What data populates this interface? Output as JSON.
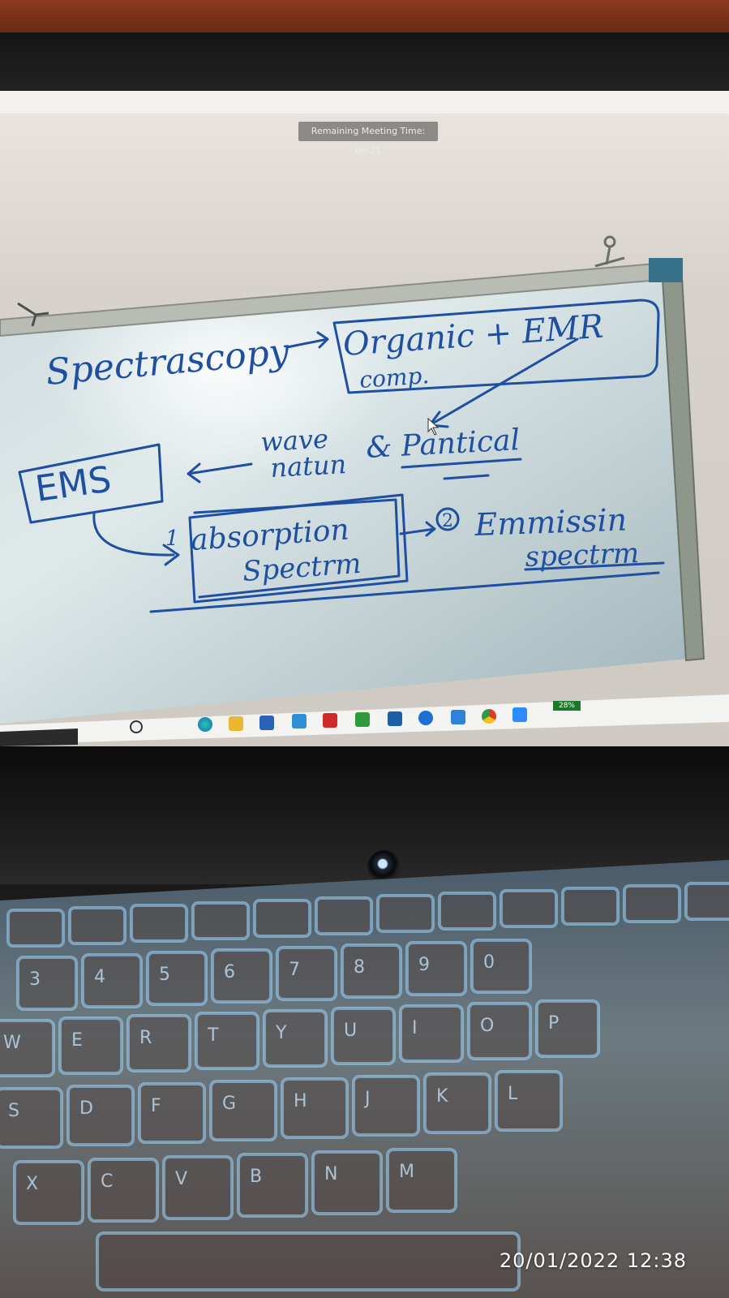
{
  "meeting": {
    "remaining_time_label": "Remaining Meeting Time: 06:21"
  },
  "whiteboard": {
    "spectroscopy": "Spectrascopy",
    "box_organic": "Organic + EMR",
    "box_comp": "comp.",
    "wave": "wave",
    "nature": "natun",
    "particle": "& Pantical",
    "ems": "EMS",
    "absorption_num": "1",
    "absorption_line1": "absorption",
    "absorption_line2": "Spectrm",
    "emission_num": "2",
    "emission_line1": "Emmissin",
    "emission_line2": "spectrm"
  },
  "taskbar": {
    "battery_label": "28%",
    "icons": [
      "search-icon",
      "task-view-icon",
      "edge-icon",
      "file-explorer-icon",
      "mail-icon",
      "app-l-icon",
      "mcafee-icon",
      "xbox-icon",
      "app-icon",
      "media-player-icon",
      "recycle-icon",
      "chrome-icon",
      "zoom-icon"
    ]
  },
  "keyboard": {
    "row_num": [
      "3",
      "4",
      "5",
      "6",
      "7",
      "8",
      "9",
      "0"
    ],
    "row_q": [
      "W",
      "E",
      "R",
      "T",
      "Y",
      "U",
      "I",
      "O",
      "P"
    ],
    "row_a": [
      "S",
      "D",
      "F",
      "G",
      "H",
      "J",
      "K",
      "L"
    ],
    "row_z": [
      "X",
      "C",
      "V",
      "B",
      "N",
      "M"
    ]
  },
  "photo": {
    "timestamp": "20/01/2022 12:38"
  },
  "colors": {
    "marker_ink": "#1f4fa0",
    "whiteboard": "#c9d6d9",
    "wall": "#7a3119"
  }
}
